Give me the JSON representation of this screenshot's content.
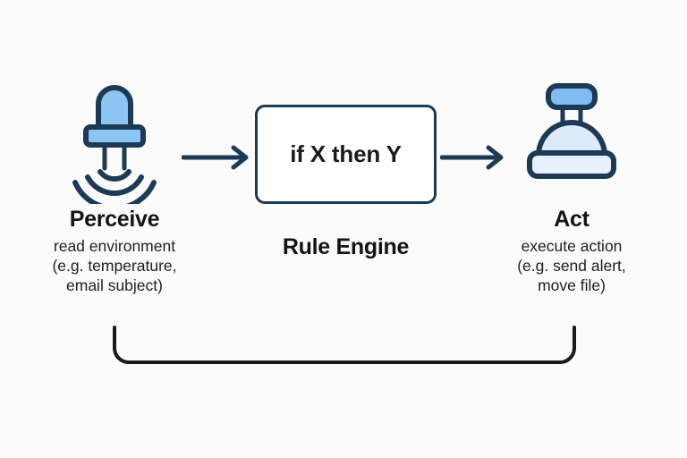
{
  "diagram": {
    "background_color": "#FBFBFB",
    "accent_navy": "#1C3A56",
    "accent_blue": "#8CC4F3",
    "accent_pale_blue": "#DCEAFA",
    "text_color": "#141414"
  },
  "perceive": {
    "icon": "led-sensor-icon",
    "title": "Perceive",
    "sub_line1": "read environment",
    "sub_line2": "(e.g. temperature,",
    "sub_line3": "email subject)"
  },
  "rule_engine": {
    "box_text": "if X then Y",
    "label": "Rule Engine"
  },
  "act": {
    "icon": "service-bell-icon",
    "title": "Act",
    "sub_line1": "execute action",
    "sub_line2": "(e.g. send alert,",
    "sub_line3": "move file)"
  },
  "arrows": {
    "left": "arrow-right-icon",
    "right": "arrow-right-icon"
  },
  "feedback": {
    "shape": "feedback-loop-bracket"
  }
}
